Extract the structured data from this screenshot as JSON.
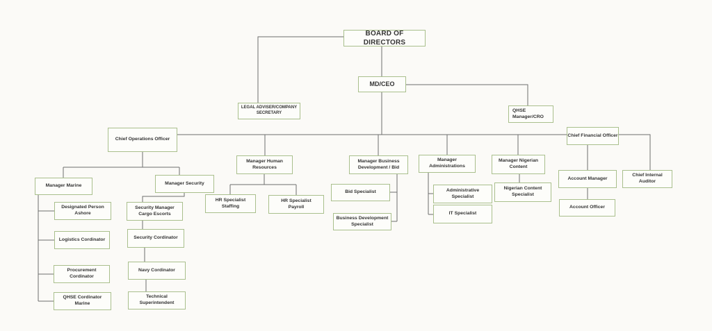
{
  "diagram": {
    "type": "org-chart",
    "colors": {
      "background": "#fbfaf7",
      "box_border": "#a9bf8c",
      "box_background": "#fdfdfa",
      "connector_line": "#6e6e6e",
      "text": "#333333"
    },
    "nodes": {
      "board": {
        "label": "BOARD OF DIRECTORS"
      },
      "md_ceo": {
        "label": "MD/CEO"
      },
      "legal": {
        "label": "LEGAL ADVISER/COMPANY\nSECRETARY"
      },
      "qhse_cro": {
        "label": "QHSE\nManager/CRO"
      },
      "coo": {
        "label": "Chief Operations Officer"
      },
      "cfo": {
        "label": "Chief Financial Officer"
      },
      "mgr_hr": {
        "label": "Manager Human\nResources"
      },
      "mgr_bd": {
        "label": "Manager Business\nDevelopment / Bid"
      },
      "mgr_admin": {
        "label": "Manager\nAdministrations"
      },
      "mgr_nc": {
        "label": "Manager Nigerian\nContent"
      },
      "mgr_marine": {
        "label": "Manager Marine"
      },
      "mgr_security": {
        "label": "Manager Security"
      },
      "dpa": {
        "label": "Designated Person\nAshore"
      },
      "logistics": {
        "label": "Logistics Cordinator"
      },
      "procurement": {
        "label": "Procurement\nCordinator"
      },
      "qhse_marine": {
        "label": "QHSE Cordinator\nMarine"
      },
      "smce": {
        "label": "Security Manager\nCargo Escorts"
      },
      "sec_cord": {
        "label": "Security Cordinator"
      },
      "navy": {
        "label": "Navy Cordinator"
      },
      "tech_sup": {
        "label": "Technical\nSuperintendent"
      },
      "hr_staffing": {
        "label": "HR Specialist\nStaffing"
      },
      "hr_payroll": {
        "label": "HR Specialist\nPayroll"
      },
      "bid_spec": {
        "label": "Bid Specialist"
      },
      "bd_spec": {
        "label": "Business Development\nSpecialist"
      },
      "admin_spec": {
        "label": "Administrative\nSpecialist"
      },
      "it_spec": {
        "label": "IT Specialist"
      },
      "nc_spec": {
        "label": "Nigerian Content\nSpecialist"
      },
      "acct_mgr": {
        "label": "Account Manager"
      },
      "acct_off": {
        "label": "Account Officer"
      },
      "cia": {
        "label": "Chief Internal\nAuditor"
      }
    },
    "edges": [
      [
        "board",
        "md_ceo"
      ],
      [
        "board",
        "legal"
      ],
      [
        "md_ceo",
        "qhse_cro"
      ],
      [
        "md_ceo",
        "coo"
      ],
      [
        "md_ceo",
        "mgr_hr"
      ],
      [
        "md_ceo",
        "mgr_bd"
      ],
      [
        "md_ceo",
        "mgr_admin"
      ],
      [
        "md_ceo",
        "mgr_nc"
      ],
      [
        "md_ceo",
        "cfo"
      ],
      [
        "md_ceo",
        "cia"
      ],
      [
        "coo",
        "mgr_marine"
      ],
      [
        "coo",
        "mgr_security"
      ],
      [
        "mgr_marine",
        "dpa"
      ],
      [
        "mgr_marine",
        "logistics"
      ],
      [
        "mgr_marine",
        "procurement"
      ],
      [
        "mgr_marine",
        "qhse_marine"
      ],
      [
        "mgr_security",
        "smce"
      ],
      [
        "smce",
        "sec_cord"
      ],
      [
        "sec_cord",
        "navy"
      ],
      [
        "navy",
        "tech_sup"
      ],
      [
        "mgr_hr",
        "hr_staffing"
      ],
      [
        "mgr_hr",
        "hr_payroll"
      ],
      [
        "mgr_bd",
        "bid_spec"
      ],
      [
        "mgr_bd",
        "bd_spec"
      ],
      [
        "mgr_admin",
        "admin_spec"
      ],
      [
        "mgr_admin",
        "it_spec"
      ],
      [
        "mgr_nc",
        "nc_spec"
      ],
      [
        "cfo",
        "acct_mgr"
      ],
      [
        "acct_mgr",
        "acct_off"
      ]
    ]
  }
}
